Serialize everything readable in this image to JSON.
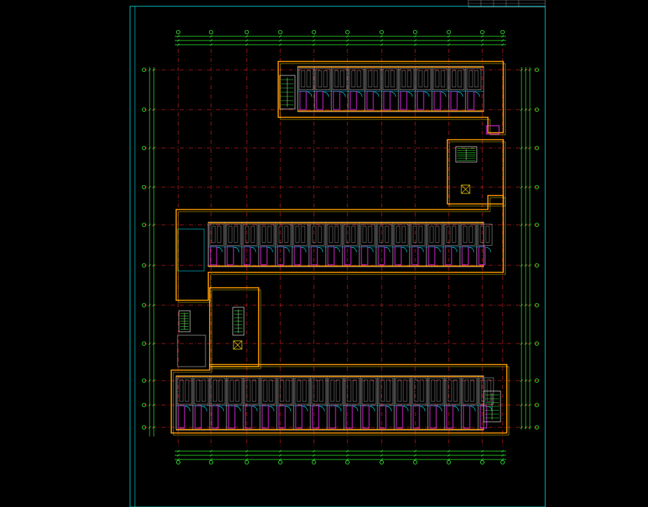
{
  "drawing": {
    "title_caption": "",
    "caption_line_1": "",
    "caption_line_2": "",
    "title_block_text": "",
    "side_strip_text": ""
  },
  "colors": {
    "background": "#000000",
    "frame": "#00c8c8",
    "axis": "#c81e1e",
    "wall": "#ff9a00",
    "wall_inner": "#ffe000",
    "dimension": "#33ff33",
    "partition": "#cfcfcf",
    "fixture": "#ff2cff",
    "door": "#00e0ff",
    "accent": "#7a7aff"
  },
  "layers": [
    "frame",
    "axis-grid",
    "dimensions",
    "walls",
    "rooms",
    "fixtures",
    "stairs",
    "annotations"
  ]
}
